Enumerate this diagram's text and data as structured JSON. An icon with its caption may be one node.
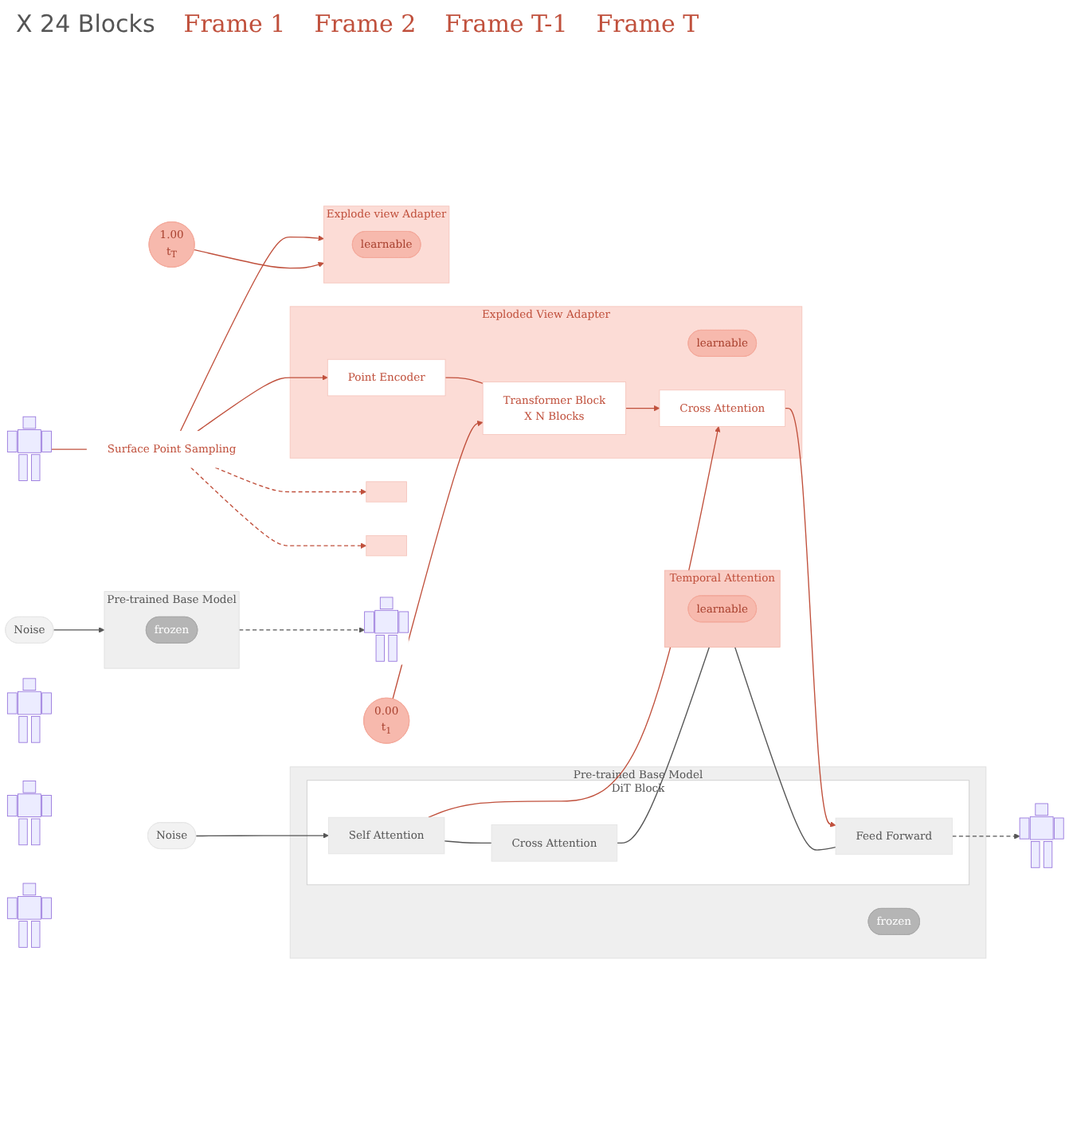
{
  "diagram": {
    "nodes": [
      {
        "text": [
          "Pre-trained Base Model"
        ]
      },
      {
        "text": [
          "frozen"
        ],
        "in": 0
      },
      {
        "text": [
          "DiT Block"
        ],
        "in": 0
      },
      {
        "text": [
          "Noise"
        ]
      },
      {
        "text": [
          "Self Attention"
        ],
        "in": 2
      },
      {
        "text": [
          "Cross Attention"
        ],
        "in": 2
      },
      {
        "text": [
          "Feed Forward"
        ],
        "in": 2
      },
      {
        "text": [
          "Temporal Attention"
        ]
      },
      {
        "text": [
          "learnable"
        ],
        "in": 7
      },
      {
        "text": [],
        "shape": "picture"
      },
      {
        "text": [
          "Exploded View Adapter"
        ]
      },
      {
        "text": [
          "learnable"
        ],
        "in": 10
      },
      {
        "text": [
          "Cross Attention"
        ],
        "in": 10
      },
      {
        "text": [
          "Transformer Block",
          "X N Blocks"
        ],
        "in": 10
      },
      {
        "text": [
          "Point Encoder"
        ],
        "in": 10
      },
      {
        "text": [
          "Surface Point Sampling"
        ]
      },
      {
        "text": [
          "0.00",
          "t$_{1}$"
        ]
      },
      {
        "text": [],
        "shape": "bar"
      },
      {
        "text": [],
        "shape": "bar"
      },
      {
        "text": [
          "Noise"
        ]
      },
      {
        "text": [
          "Pre-trained Base Model"
        ]
      },
      {
        "text": [
          "frozen"
        ],
        "in": 20
      },
      {
        "text": [
          "Explode view Adapter"
        ]
      },
      {
        "text": [
          "learnable"
        ],
        "in": 22
      },
      {
        "text": [
          "1.00",
          "t$_{T}$"
        ]
      },
      {
        "text": [],
        "shape": "picture"
      },
      {
        "text": [],
        "shape": "picture"
      },
      {
        "text": [],
        "shape": "picture"
      },
      {
        "text": [],
        "shape": "picture"
      },
      {
        "text": [],
        "shape": "picture"
      }
    ],
    "edges": [
      {
        "from": 3,
        "to": 4,
        "arrow": "to",
        "color": "#555555"
      },
      {
        "from": 4,
        "to": 5,
        "arrow": "none",
        "color": "#555555"
      },
      {
        "from": 5,
        "to": 7,
        "arrow": "none",
        "color": "#555555"
      },
      {
        "from": 7,
        "to": 6,
        "arrow": "none",
        "color": "#555555"
      },
      {
        "from": 6,
        "to": 26,
        "arrow": "to",
        "style": "dashed",
        "color": "#555555"
      },
      {
        "from": 4,
        "to": 12,
        "arrow": "to"
      },
      {
        "from": 12,
        "to": 6,
        "arrow": "to"
      },
      {
        "from": 13,
        "to": 12,
        "arrow": "to"
      },
      {
        "from": 14,
        "to": 13,
        "arrow": "none"
      },
      {
        "from": 9,
        "to": 15,
        "arrow": "none"
      },
      {
        "from": 15,
        "to": 14,
        "arrow": "to"
      },
      {
        "from": 16,
        "to": 13,
        "arrow": "to"
      },
      {
        "from": 15,
        "to": 17,
        "arrow": "to",
        "style": "dashed"
      },
      {
        "from": 15,
        "to": 18,
        "arrow": "to",
        "style": "dashed"
      },
      {
        "from": 19,
        "to": 20,
        "arrow": "to",
        "color": "#555555"
      },
      {
        "from": 15,
        "to": 22,
        "arrow": "to"
      },
      {
        "from": 24,
        "to": 22,
        "arrow": "to"
      },
      {
        "from": 20,
        "to": 29,
        "arrow": "to",
        "style": "dashed",
        "color": "#555555"
      }
    ],
    "labels": [
      "X 24 Blocks",
      "Frame 1",
      "Frame 2",
      "Frame T-1",
      "Frame T"
    ]
  }
}
